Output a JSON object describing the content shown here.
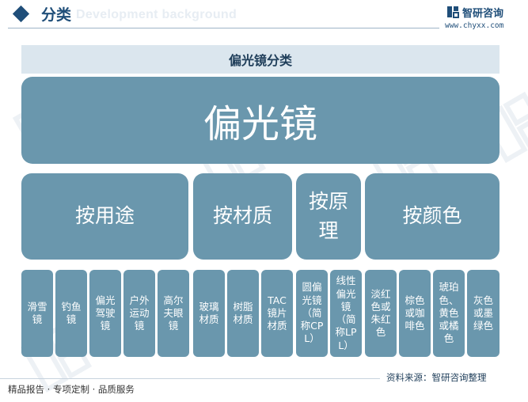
{
  "header": {
    "title": "分类",
    "watermark": "Development background"
  },
  "brand": {
    "name": "智研咨询",
    "url": "www.chyxx.com"
  },
  "diagram": {
    "title": "偏光镜分类",
    "root": "偏光镜",
    "categories": [
      {
        "label": "按用途",
        "leaves": [
          "滑雪镜",
          "钓鱼镜",
          "偏光驾驶镜",
          "户外运动镜",
          "高尔夫眼镜"
        ]
      },
      {
        "label": "按材质",
        "leaves": [
          "玻璃材质",
          "树脂材质",
          "TAC镜片材质"
        ]
      },
      {
        "label": "按原理",
        "leaves": [
          "圆偏光镜（简称CPL）",
          "线性偏光镜（简称LPL）"
        ]
      },
      {
        "label": "按颜色",
        "leaves": [
          "淡红色或朱红色",
          "棕色或咖啡色",
          "琥珀色、黄色或橘色",
          "灰色或墨绿色"
        ]
      }
    ]
  },
  "footer": {
    "left": "精品报告 · 专项定制 · 品质服务",
    "source": "资料来源：智研咨询整理"
  },
  "colors": {
    "box": "#6a97ad",
    "title_band": "#dbe6ee",
    "brand": "#1f4e79"
  }
}
